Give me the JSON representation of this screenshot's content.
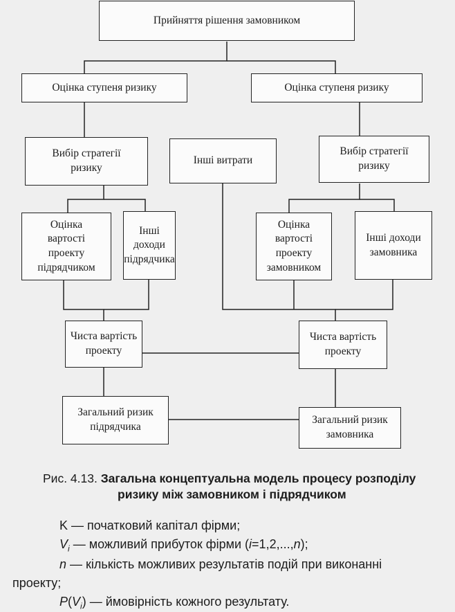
{
  "diagram": {
    "nodes": [
      {
        "id": "top",
        "lines": [
          "Прийняття рішення замовником"
        ]
      },
      {
        "id": "risk-assess-left",
        "lines": [
          "Оцінка ступеня ризику"
        ]
      },
      {
        "id": "risk-assess-right",
        "lines": [
          "Оцінка ступеня ризику"
        ]
      },
      {
        "id": "strategy-left",
        "lines": [
          "Вибір стратегії",
          "ризику"
        ]
      },
      {
        "id": "other-costs",
        "lines": [
          "Інші витрати"
        ]
      },
      {
        "id": "strategy-right",
        "lines": [
          "Вибір стратегії",
          "ризику"
        ]
      },
      {
        "id": "cost-contractor",
        "lines": [
          "Оцінка",
          "вартості",
          "проекту",
          "підрядчиком"
        ]
      },
      {
        "id": "income-contractor",
        "lines": [
          "Інші",
          "доходи",
          "підрядчика"
        ]
      },
      {
        "id": "cost-customer",
        "lines": [
          "Оцінка",
          "вартості",
          "проекту",
          "замовником"
        ]
      },
      {
        "id": "income-customer",
        "lines": [
          "Інші доходи",
          "замовника"
        ]
      },
      {
        "id": "net-left",
        "lines": [
          "Чиста вартість",
          "проекту"
        ]
      },
      {
        "id": "net-right",
        "lines": [
          "Чиста вартість",
          "проекту"
        ]
      },
      {
        "id": "total-contractor",
        "lines": [
          "Загальний ризик",
          "підрядчика"
        ]
      },
      {
        "id": "total-customer",
        "lines": [
          "Загальний ризик",
          "замовника"
        ]
      }
    ]
  },
  "caption": {
    "prefix": "Рис. 4.13. ",
    "line1": "Загальна концептуальна модель процесу розподілу",
    "line2": "ризику між замовником і підрядчиком"
  },
  "legend": {
    "k_symbol": "K",
    "k_text": " — початковий капітал фірми;",
    "v_symbol": "V",
    "v_sub": "i",
    "v_text": " — можливий прибуток фірми (",
    "v_range": "i",
    "v_range_rest": "=1,2,...,",
    "v_n": "n",
    "v_close": ");",
    "n_symbol": "n",
    "n_text": " — кількість можливих результатів подій при виконанні",
    "n_cont": "проекту;",
    "p_symbol": "P",
    "p_open": "(",
    "p_v": "V",
    "p_sub": "i",
    "p_close": ")",
    "p_text": " — ймовірність кожного результату."
  }
}
